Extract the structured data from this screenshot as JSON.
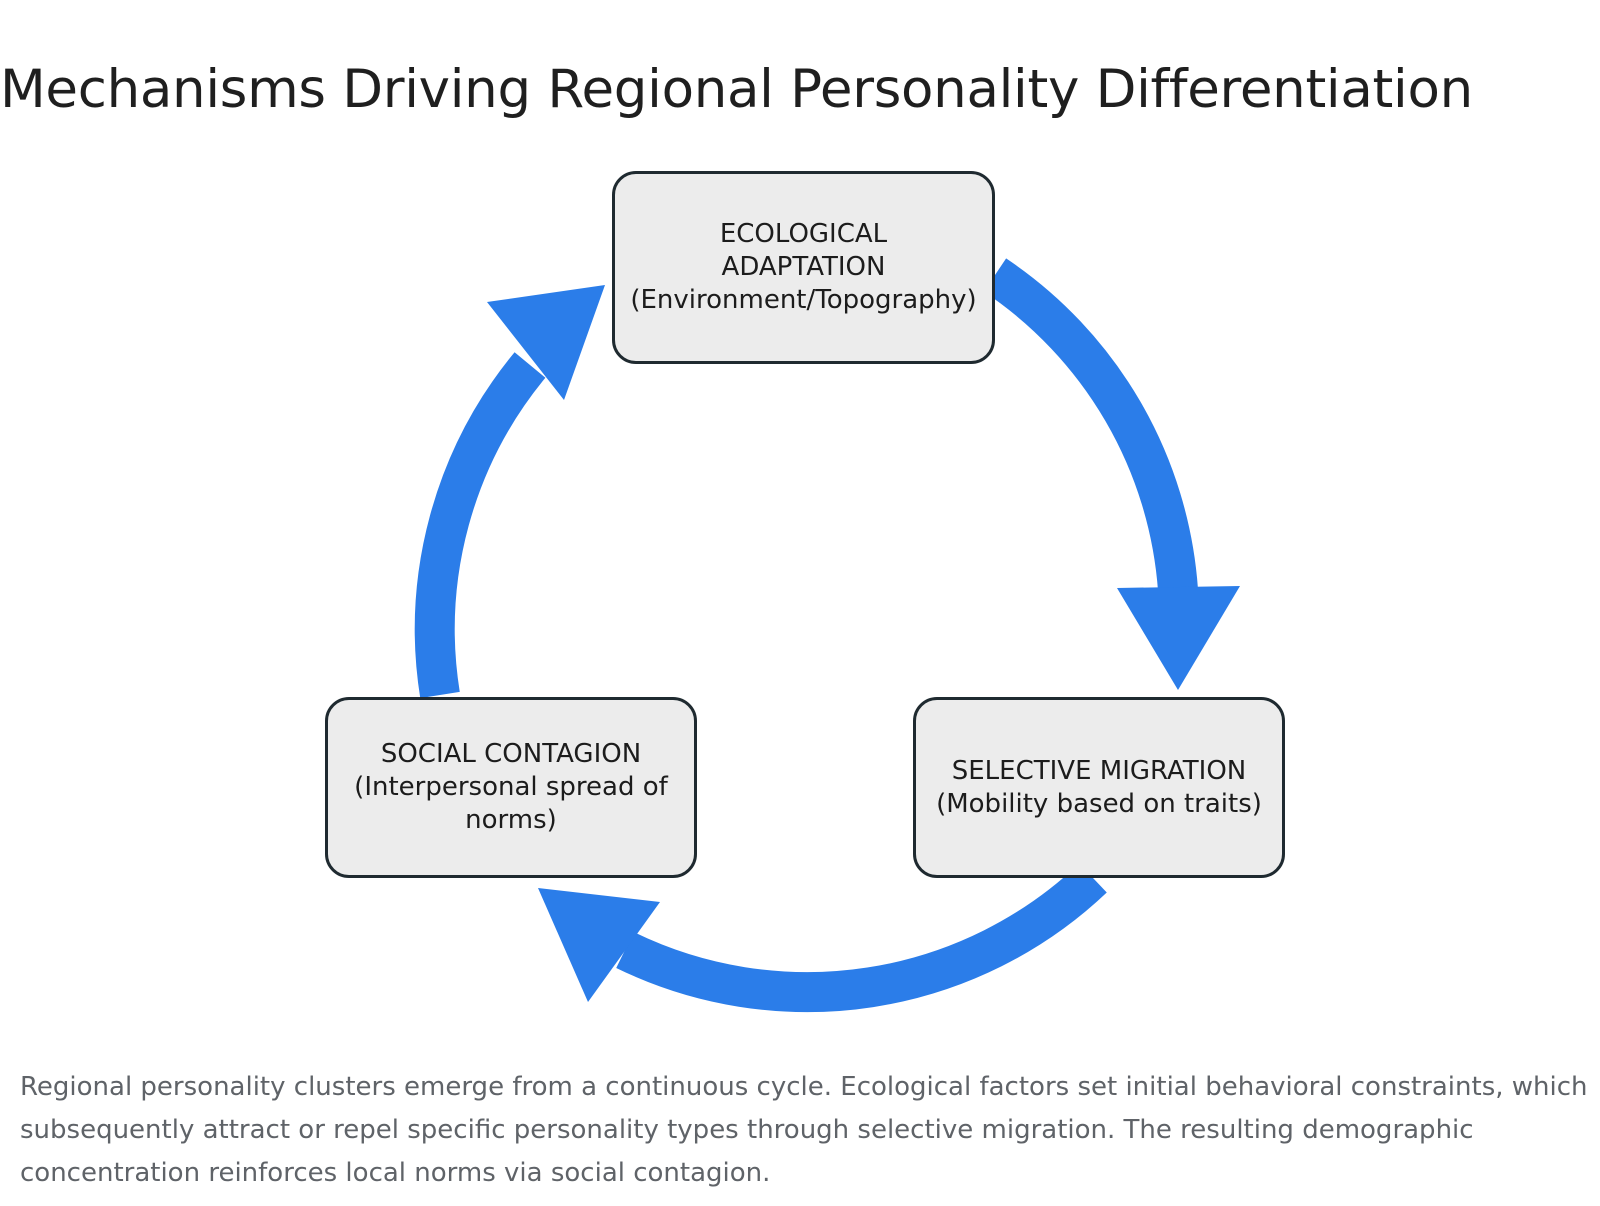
{
  "title": "Mechanisms Driving Regional Personality Differentiation",
  "nodes": {
    "ecological": {
      "line1": "ECOLOGICAL",
      "line2": "ADAPTATION",
      "line3": "(Environment/Topography)"
    },
    "selective": {
      "line1": "SELECTIVE MIGRATION",
      "line2": "(Mobility based on traits)"
    },
    "social": {
      "line1": "SOCIAL CONTAGION",
      "line2": "(Interpersonal spread of",
      "line3": "norms)"
    }
  },
  "arrows": {
    "color": "#2b7de9",
    "flow": [
      "ecological -> selective",
      "selective -> social",
      "social -> ecological"
    ]
  },
  "colors": {
    "node_fill": "#ececec",
    "node_border": "#1f2a30",
    "caption_text": "#5f6368"
  },
  "caption": "Regional personality clusters emerge from a continuous cycle. Ecological factors set initial behavioral constraints, which subsequently attract or repel specific personality types through selective migration. The resulting demographic concentration reinforces local norms via social contagion."
}
